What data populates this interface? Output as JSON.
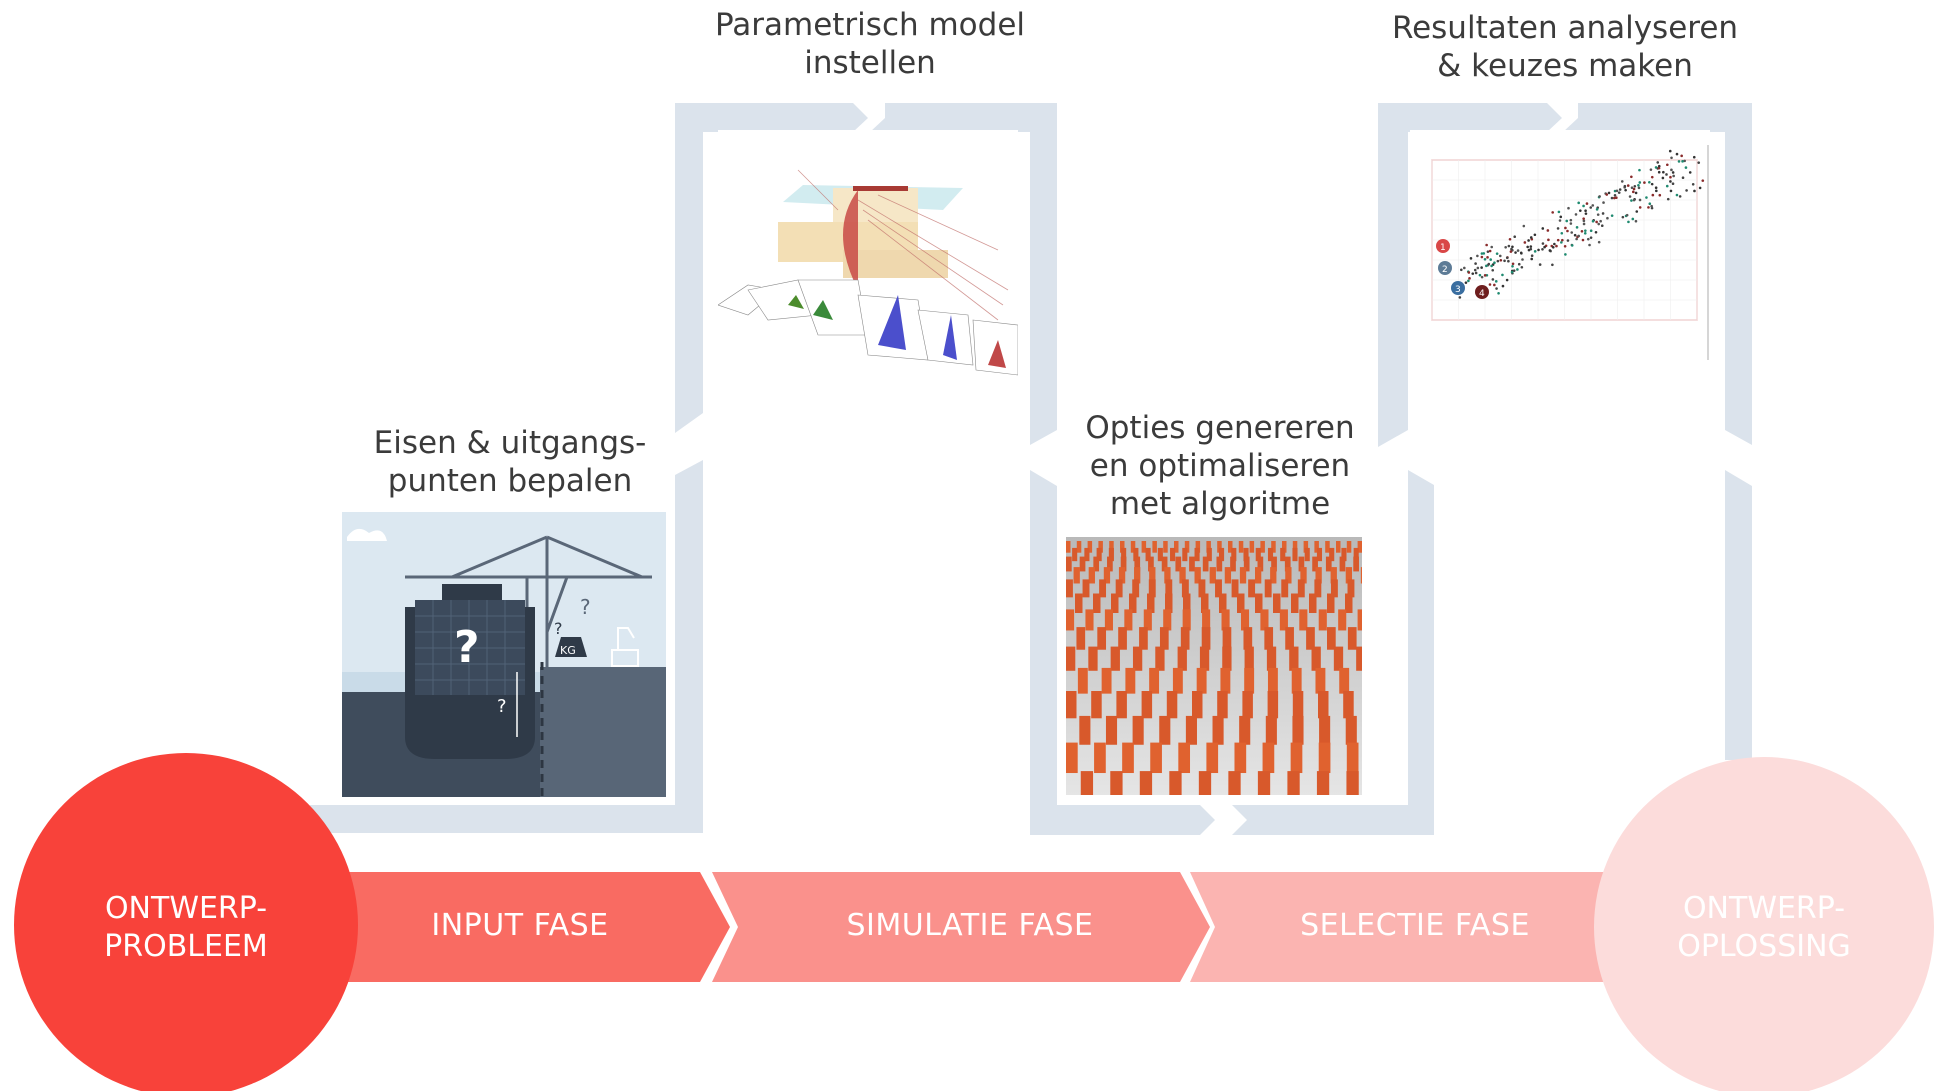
{
  "steps": [
    {
      "id": "eisen",
      "lines": [
        "Eisen & uitgangs-",
        "punten bepalen"
      ]
    },
    {
      "id": "parametrisch",
      "lines": [
        "Parametrisch model",
        "instellen"
      ]
    },
    {
      "id": "opties",
      "lines": [
        "Opties genereren",
        "en optimaliseren",
        "met algoritme"
      ]
    },
    {
      "id": "resultaten",
      "lines": [
        "Resultaten analyseren",
        "& keuzes maken"
      ]
    }
  ],
  "start": {
    "lines": [
      "ONTWERP-",
      "PROBLEEM"
    ]
  },
  "end": {
    "lines": [
      "ONTWERP-",
      "OPLOSSING"
    ]
  },
  "phases": [
    "INPUT FASE",
    "SIMULATIE FASE",
    "SELECTIE FASE"
  ],
  "scatter_markers": [
    "1",
    "2",
    "3",
    "4"
  ],
  "quay_icons": {
    "question": "?",
    "weight": "KG"
  },
  "colors": {
    "start_circle": "#f8423a",
    "end_circle": "#fcdcdb",
    "input_phase": "#f96b62",
    "simulation_phase": "#fa918c",
    "selection_phase": "#fbb4b1",
    "path": "#dbe3ec"
  }
}
